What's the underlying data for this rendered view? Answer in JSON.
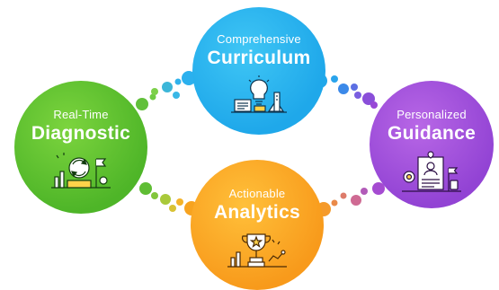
{
  "nodes": {
    "curriculum": {
      "sub": "Comprehensive",
      "main": "Curriculum",
      "icon": "lightbulb-icon",
      "color": "#1fa8ea"
    },
    "diagnostic": {
      "sub": "Real-Time",
      "main": "Diagnostic",
      "icon": "refresh-cycle-icon",
      "color": "#4eb528"
    },
    "analytics": {
      "sub": "Actionable",
      "main": "Analytics",
      "icon": "trophy-icon",
      "color": "#f89a1b"
    },
    "guidance": {
      "sub": "Personalized",
      "main": "Guidance",
      "icon": "profile-document-icon",
      "color": "#9243d4"
    }
  }
}
